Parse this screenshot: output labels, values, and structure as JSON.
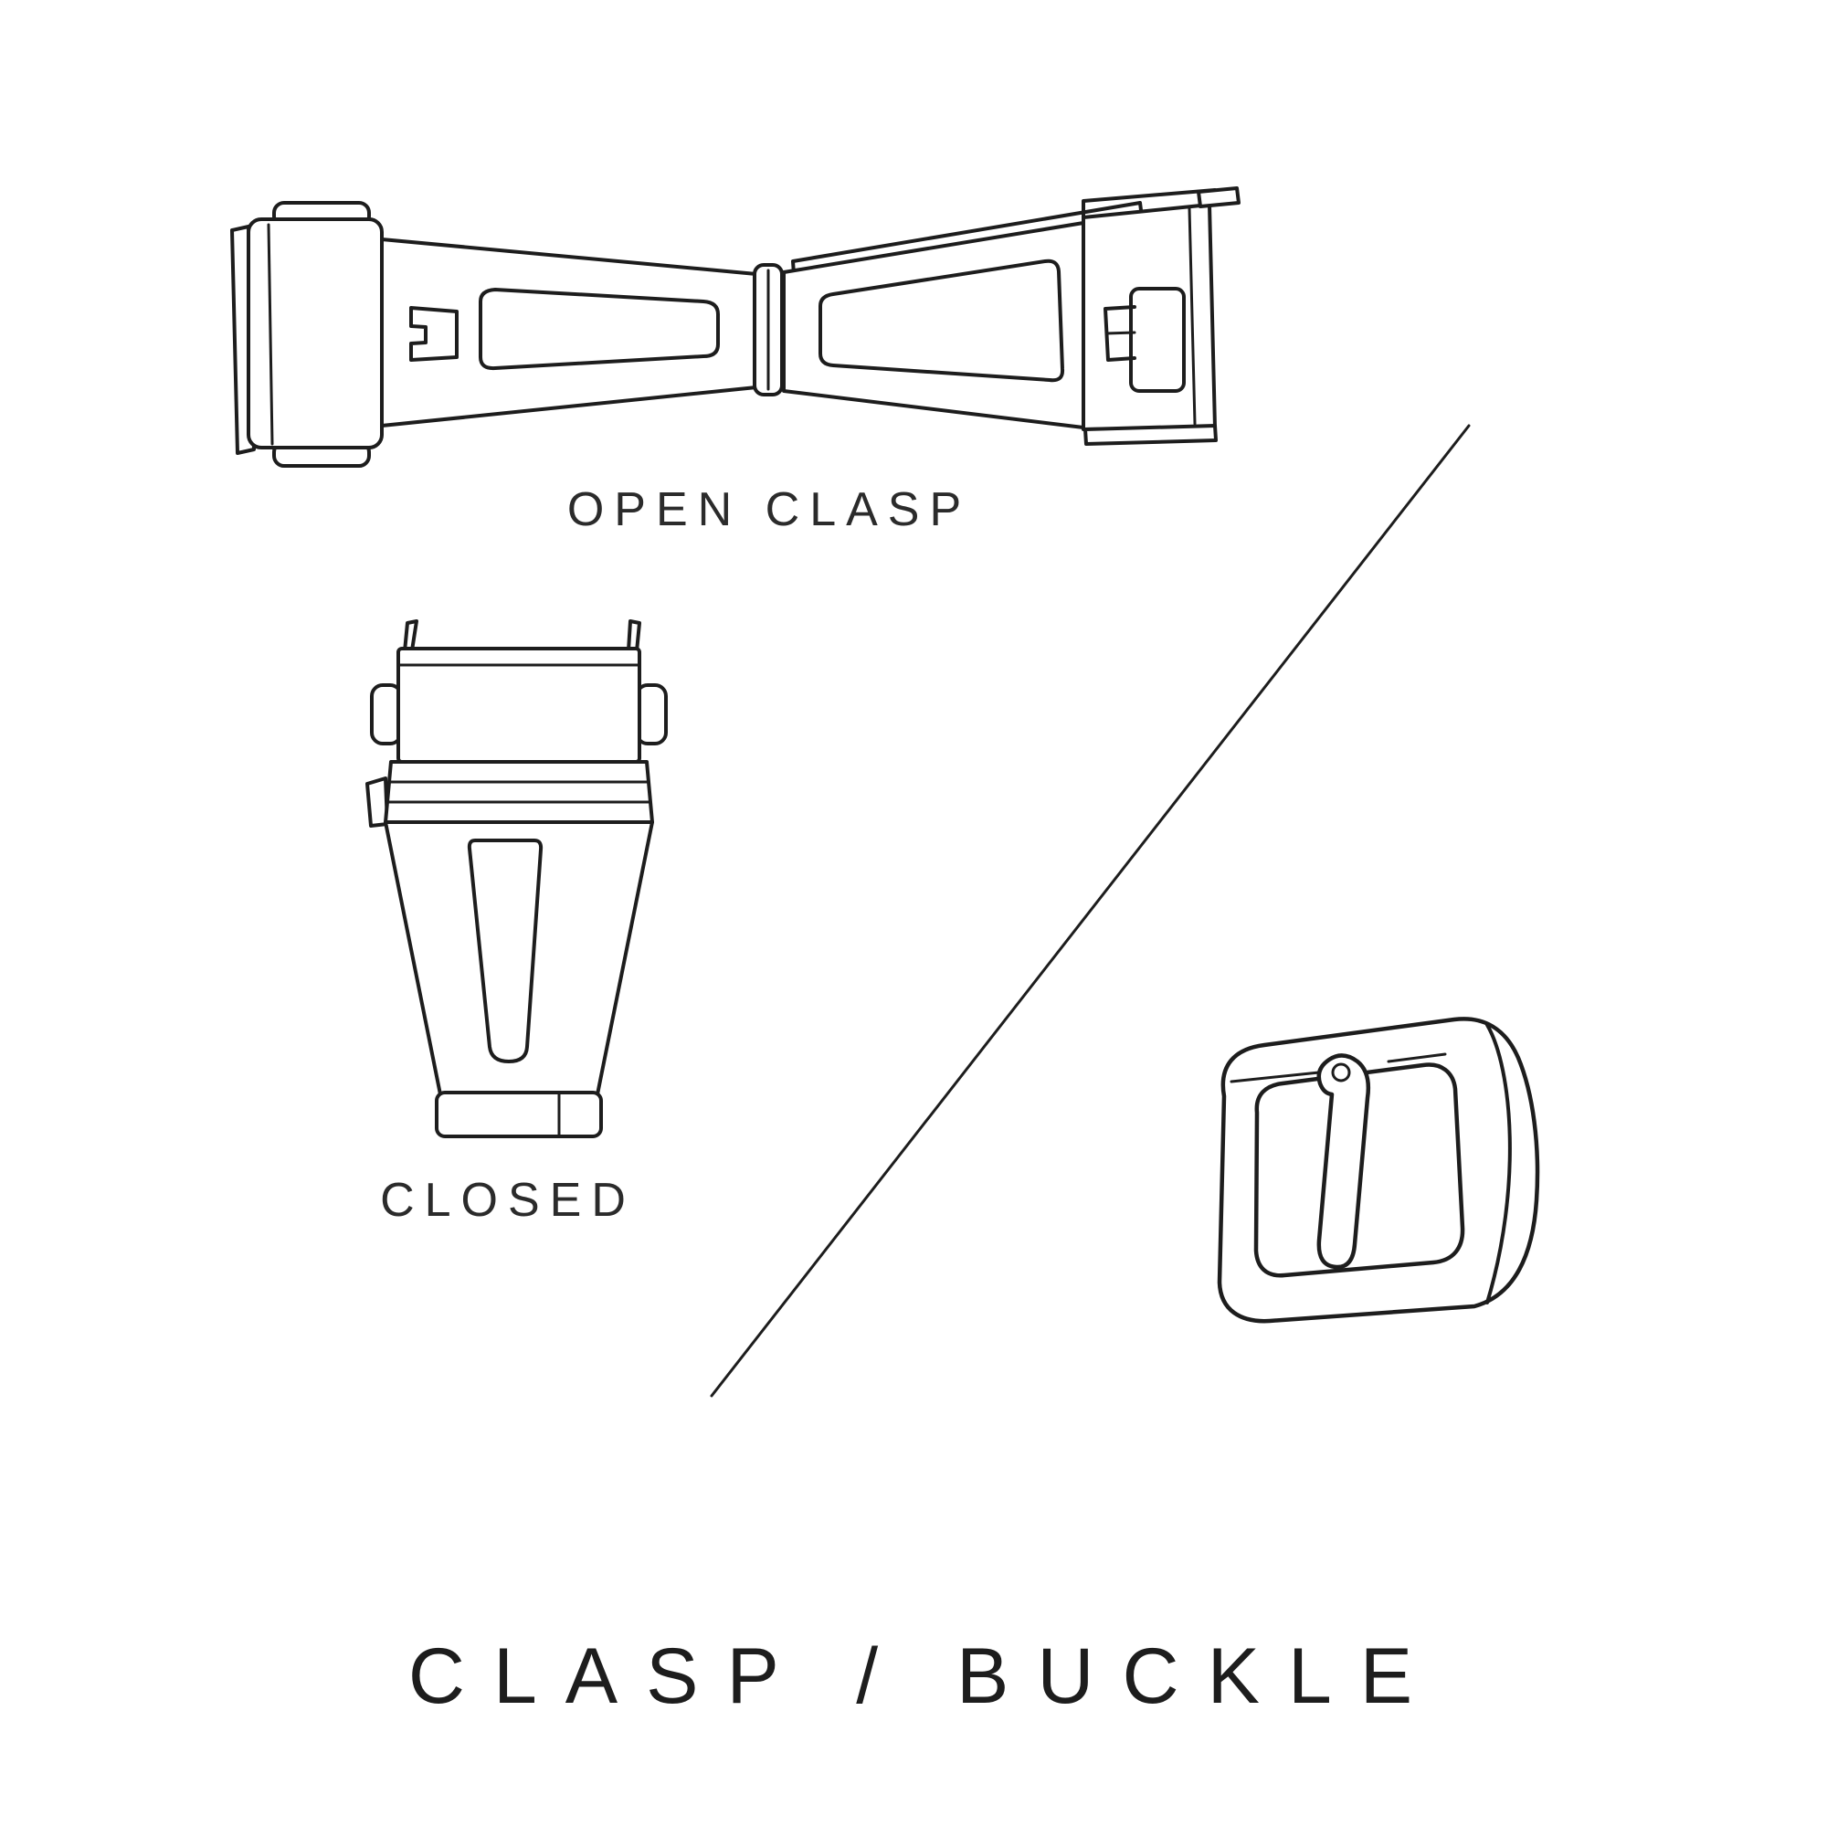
{
  "colors": {
    "background": "#ffffff",
    "line": "#1d1d1d",
    "text": "#2b2b2b"
  },
  "figures": {
    "open_clasp": {
      "name": "open-clasp-illustration",
      "label": "OPEN CLASP"
    },
    "closed_clasp": {
      "name": "closed-clasp-illustration",
      "label": "CLOSED"
    },
    "buckle": {
      "name": "tang-buckle-illustration"
    }
  },
  "title": "CLASP / BUCKLE"
}
